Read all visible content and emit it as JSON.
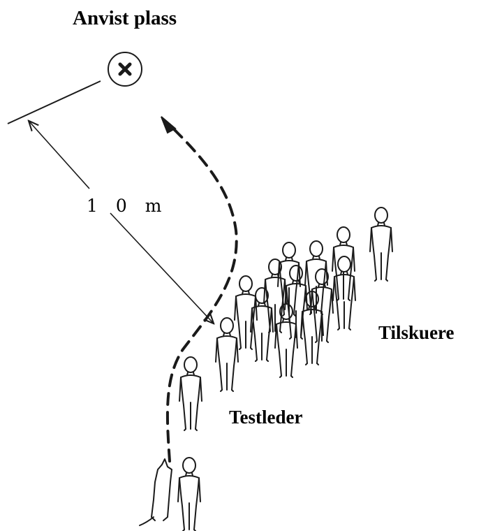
{
  "labels": {
    "target": "Anvist plass",
    "distance": "1 0 m",
    "spectators": "Tilskuere",
    "test_leader": "Testleder"
  },
  "icons": {
    "target_marker": "circled-x-icon"
  },
  "colors": {
    "ink": "#1a1a1a",
    "background": "#ffffff"
  }
}
